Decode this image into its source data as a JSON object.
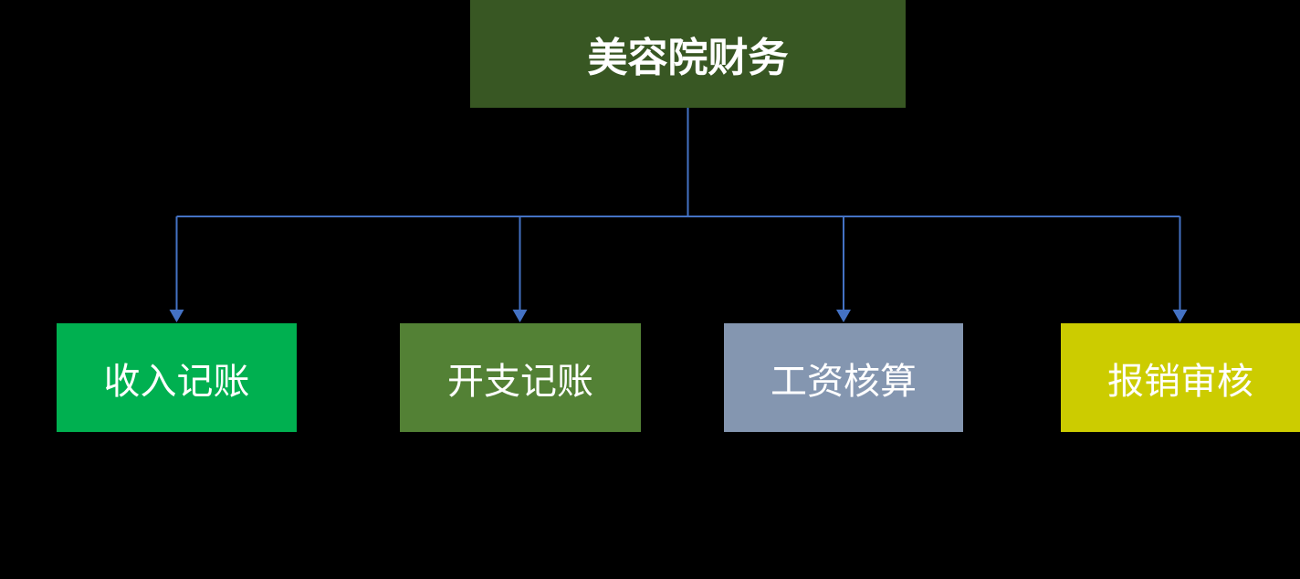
{
  "background": "#000000",
  "connector": {
    "color": "#4472C4"
  },
  "diagram": {
    "root": {
      "label": "美容院财务",
      "bg": "#385723",
      "text_color": "#FFFFFF"
    },
    "children": [
      {
        "label": "收入记账",
        "bg": "#00B050",
        "text_color": "#FFFFFF"
      },
      {
        "label": "开支记账",
        "bg": "#538135",
        "text_color": "#FFFFFF"
      },
      {
        "label": "工资核算",
        "bg": "#8496B0",
        "text_color": "#FFFFFF"
      },
      {
        "label": "报销审核",
        "bg": "#CCCC00",
        "text_color": "#FFFFFF"
      }
    ]
  }
}
